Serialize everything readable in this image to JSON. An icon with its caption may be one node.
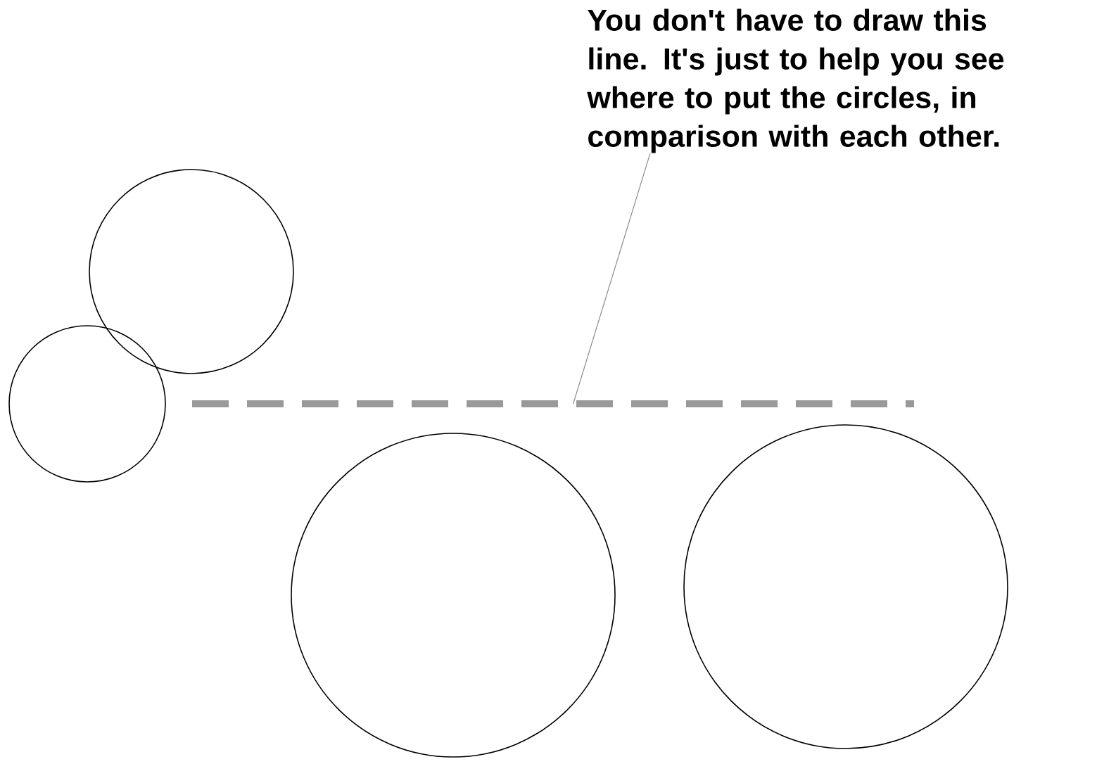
{
  "diagram": {
    "nodes": [
      {
        "text": [
          "You don't have to draw this line.  It's just to help you see where to put the circles, in comparison with each other."
        ]
      },
      {
        "text": [],
        "shape": "circle"
      },
      {
        "text": [],
        "shape": "circle"
      },
      {
        "text": [],
        "shape": "line"
      },
      {
        "text": [],
        "shape": "circle"
      },
      {
        "text": [],
        "shape": "circle"
      }
    ],
    "edges": [
      {
        "from": 0,
        "to": 3,
        "arrow": "none"
      }
    ]
  }
}
